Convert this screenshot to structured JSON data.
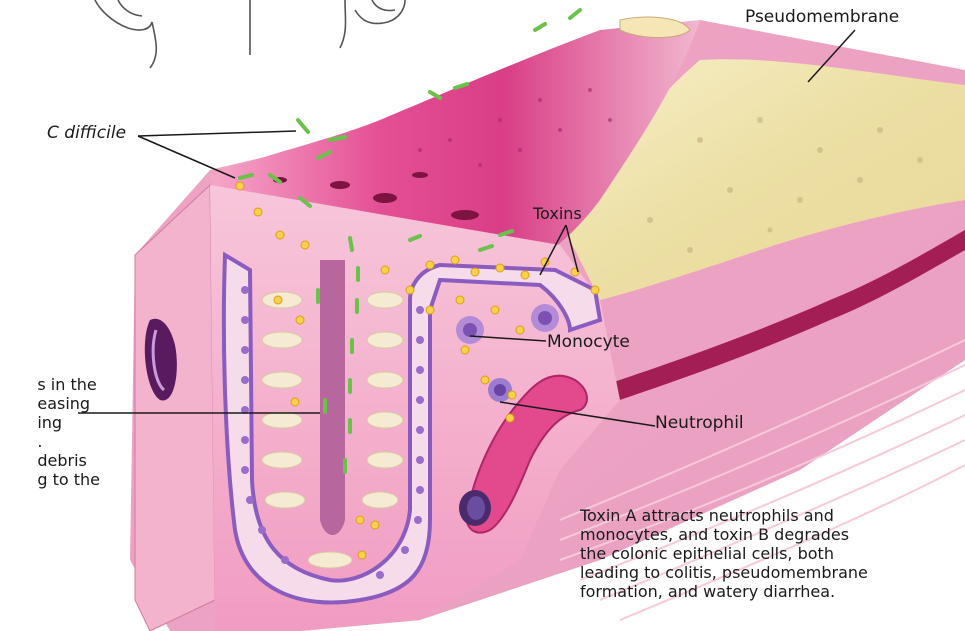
{
  "labels": {
    "pseudomembrane": "Pseudomembrane",
    "c_difficile": "C difficile",
    "toxins": "Toxins",
    "monocyte": "Monocyte",
    "neutrophil": "Neutrophil"
  },
  "left_caption_lines": [
    "s in the",
    "easing",
    "ing",
    ".",
    "debris",
    "g to the"
  ],
  "right_caption_lines": [
    "Toxin A attracts neutrophils and",
    "monocytes, and toxin B degrades",
    "the colonic epithelial cells, both",
    "leading to colitis, pseudomembrane",
    "formation, and watery diarrhea."
  ],
  "colors": {
    "mucosa_pink": "#f2a9c8",
    "surface_magenta": "#e55497",
    "pseudomembrane_cream": "#eee3ae",
    "crypt_purple": "#8a5cc0",
    "bacteria_green": "#7ccf5e",
    "toxin_yellow": "#f6d24a"
  }
}
